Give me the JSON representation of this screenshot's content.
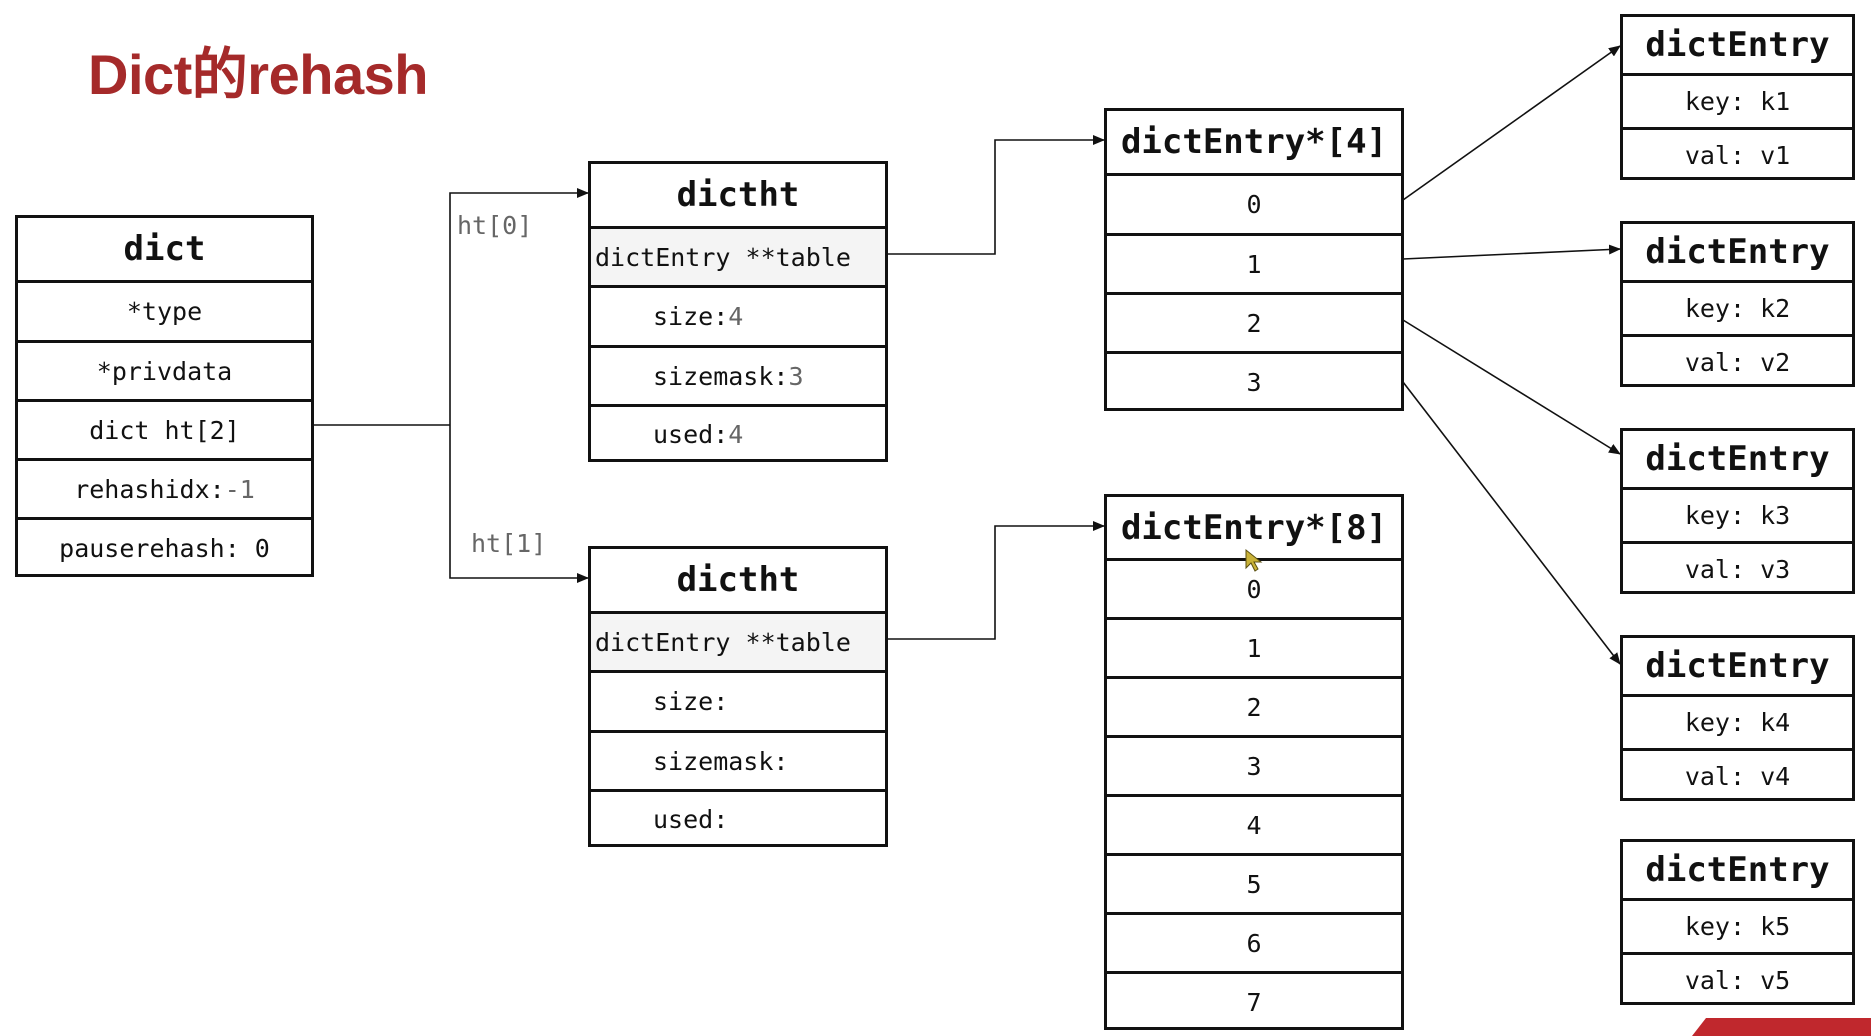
{
  "title": "Dict的rehash",
  "dict": {
    "header": "dict",
    "fields": [
      {
        "label": "*type",
        "value": ""
      },
      {
        "label": "*privdata",
        "value": ""
      },
      {
        "label": "dict ht[2]",
        "value": ""
      },
      {
        "label": "rehashidx: ",
        "value": "-1"
      },
      {
        "label": "pauserehash: 0",
        "value": ""
      }
    ]
  },
  "link_labels": {
    "ht0": "ht[0]",
    "ht1": "ht[1]"
  },
  "ht0": {
    "header": "dictht",
    "table": "dictEntry **table",
    "fields": [
      {
        "label": "size: ",
        "value": "4"
      },
      {
        "label": "sizemask: ",
        "value": "3"
      },
      {
        "label": "used:  ",
        "value": "4"
      }
    ]
  },
  "ht1": {
    "header": "dictht",
    "table": "dictEntry **table",
    "fields": [
      {
        "label": "size:",
        "value": ""
      },
      {
        "label": "sizemask:",
        "value": ""
      },
      {
        "label": "used:",
        "value": ""
      }
    ]
  },
  "array4": {
    "header": "dictEntry*[4]",
    "slots": [
      "0",
      "1",
      "2",
      "3"
    ]
  },
  "array8": {
    "header": "dictEntry*[8]",
    "slots": [
      "0",
      "1",
      "2",
      "3",
      "4",
      "5",
      "6",
      "7"
    ]
  },
  "entries": [
    {
      "header": "dictEntry",
      "key": "key: k1",
      "val": "val: v1"
    },
    {
      "header": "dictEntry",
      "key": "key: k2",
      "val": "val: v2"
    },
    {
      "header": "dictEntry",
      "key": "key: k3",
      "val": "val: v3"
    },
    {
      "header": "dictEntry",
      "key": "key: k4",
      "val": "val: v4"
    },
    {
      "header": "dictEntry",
      "key": "key: k5",
      "val": "val: v5"
    }
  ],
  "colors": {
    "title": "#a52a2a",
    "line": "#111111",
    "value_grey": "#666666",
    "corner": "#c0282d"
  }
}
